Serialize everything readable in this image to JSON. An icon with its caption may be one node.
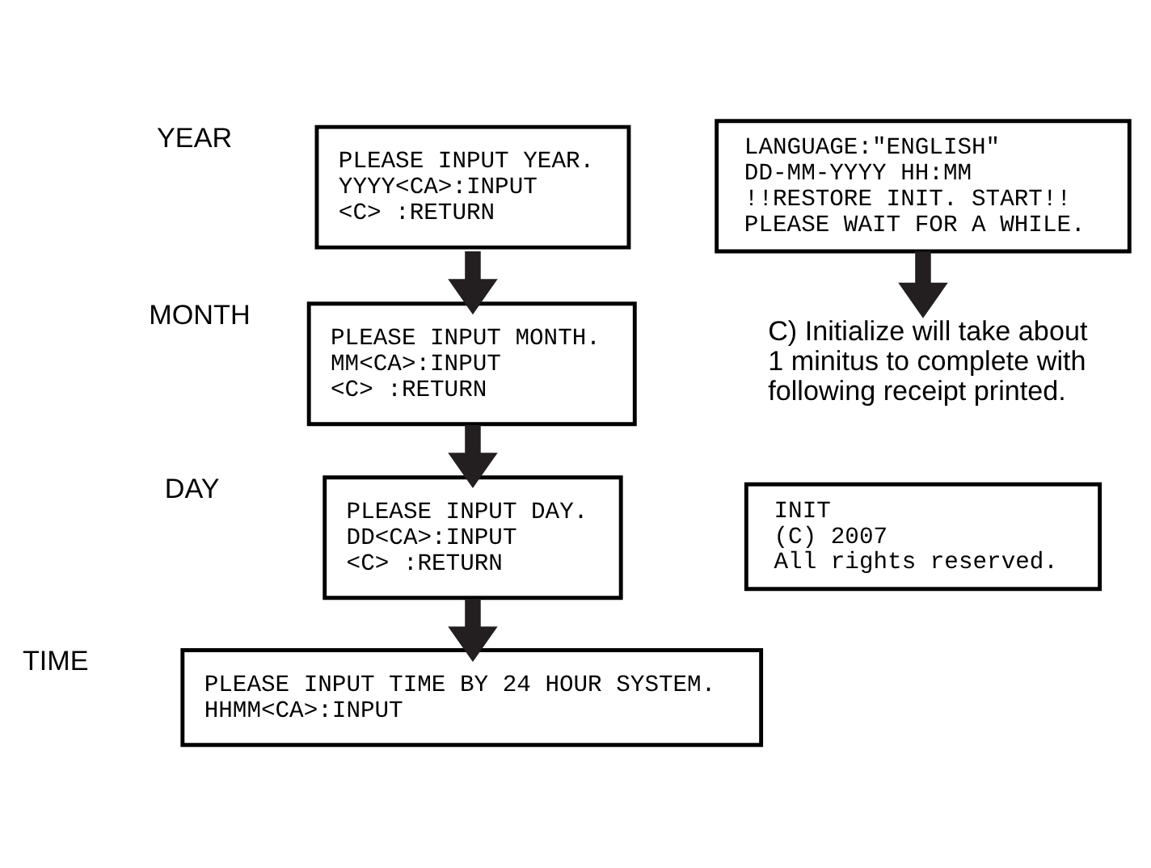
{
  "diagram": {
    "nodes": [
      {
        "text": [
          "PLEASE INPUT YEAR.",
          "YYYY<CA>:INPUT",
          "<C> :RETURN"
        ],
        "beside": [
          "YEAR"
        ]
      },
      {
        "text": [
          "PLEASE INPUT MONTH.",
          "MM<CA>:INPUT",
          "<C> :RETURN"
        ],
        "beside": [
          "MONTH"
        ]
      },
      {
        "text": [
          "PLEASE INPUT DAY.",
          "DD<CA>:INPUT",
          "<C> :RETURN"
        ],
        "beside": [
          "DAY"
        ]
      },
      {
        "text": [
          "PLEASE INPUT TIME BY 24 HOUR SYSTEM.",
          "HHMM<CA>:INPUT"
        ],
        "beside": [
          "TIME"
        ]
      },
      {
        "text": [
          "LANGUAGE:\"ENGLISH\"",
          "DD-MM-YYYY HH:MM",
          "!!RESTORE INIT. START!!",
          "PLEASE WAIT FOR A WHILE."
        ]
      },
      {
        "text": [
          "C) Initialize will take about 1 minitus to complete with following receipt printed."
        ]
      },
      {
        "text": [
          "INIT",
          "(C) 2007",
          "All rights reserved."
        ]
      }
    ],
    "edges": [
      {
        "from": 0,
        "to": 1,
        "arrow": "to"
      },
      {
        "from": 1,
        "to": 2,
        "arrow": "to"
      },
      {
        "from": 2,
        "to": 3,
        "arrow": "to"
      },
      {
        "from": 4,
        "to": 5,
        "arrow": "to"
      }
    ]
  }
}
